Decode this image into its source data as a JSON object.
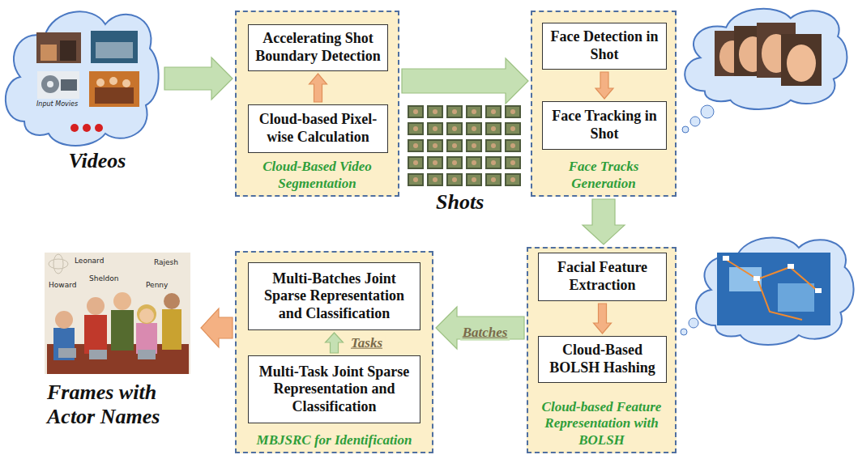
{
  "diagram": {
    "nodes": [
      {
        "text": [
          "Videos"
        ]
      },
      {
        "text": [
          "Cloud-Based Video Segmentation"
        ]
      },
      {
        "text": [
          "Accelerating Shot Boundary Detection"
        ],
        "in": 1
      },
      {
        "text": [
          "Cloud-based Pixel-wise Calculation"
        ],
        "in": 1
      },
      {
        "text": [
          "Face Tracks Generation"
        ]
      },
      {
        "text": [
          "Face Detection in Shot"
        ],
        "in": 4
      },
      {
        "text": [
          "Face Tracking in Shot"
        ],
        "in": 4
      },
      {
        "text": [
          "Cloud-based Feature Representation with BOLSH"
        ]
      },
      {
        "text": [
          "Facial Feature Extraction"
        ],
        "in": 7
      },
      {
        "text": [
          "Cloud-Based BOLSH Hashing"
        ],
        "in": 7
      },
      {
        "text": [
          "MBJSRC for Identification"
        ]
      },
      {
        "text": [
          "Multi-Batches Joint Sparse Representation and Classification"
        ],
        "in": 10
      },
      {
        "text": [
          "Multi-Task Joint Sparse Representation and Classification"
        ],
        "in": 10
      },
      {
        "text": [
          "Frames with Actor Names"
        ]
      }
    ],
    "edges": [
      {
        "from": 0,
        "to": 1,
        "arrow": "to"
      },
      {
        "from": 3,
        "to": 2,
        "arrow": "to"
      },
      {
        "from": 1,
        "to": 4,
        "arrow": "to"
      },
      {
        "from": 5,
        "to": 6,
        "arrow": "to"
      },
      {
        "from": 4,
        "to": 7,
        "arrow": "to"
      },
      {
        "from": 8,
        "to": 9,
        "arrow": "to"
      },
      {
        "from": 7,
        "to": 10,
        "arrow": "to",
        "label": "Batches"
      },
      {
        "from": 12,
        "to": 11,
        "arrow": "to",
        "label": "Tasks"
      },
      {
        "from": 10,
        "to": 13,
        "arrow": "to"
      }
    ],
    "labels": [
      "Shots",
      "Input Movies",
      "Leonard",
      "Rajesh",
      "Howard",
      "Sheldon",
      "Penny"
    ]
  }
}
